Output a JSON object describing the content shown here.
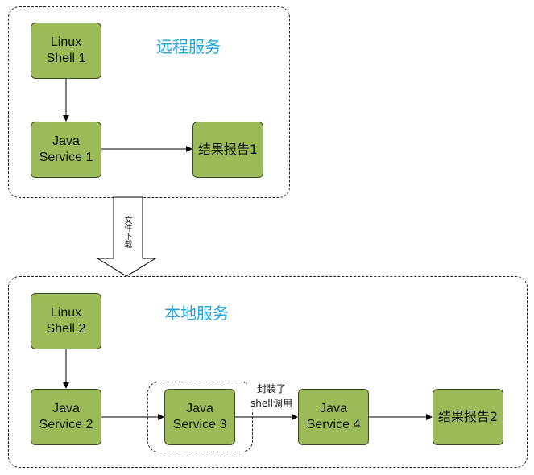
{
  "remote": {
    "title": "远程服务",
    "linux_shell": [
      "Linux",
      "Shell 1"
    ],
    "java_service": [
      "Java",
      "Service 1"
    ],
    "report": "结果报告1"
  },
  "download": {
    "label": "文件下载"
  },
  "local": {
    "title": "本地服务",
    "linux_shell": [
      "Linux",
      "Shell 2"
    ],
    "java_service_2": [
      "Java",
      "Service 2"
    ],
    "java_service_3": [
      "Java",
      "Service 3"
    ],
    "java_service_4": [
      "Java",
      "Service 4"
    ],
    "wrap_label": [
      "封装了",
      "shell调用"
    ],
    "report": "结果报告2"
  },
  "colors": {
    "node_fill": "#9bbb59",
    "title": "#1aa3d9"
  }
}
